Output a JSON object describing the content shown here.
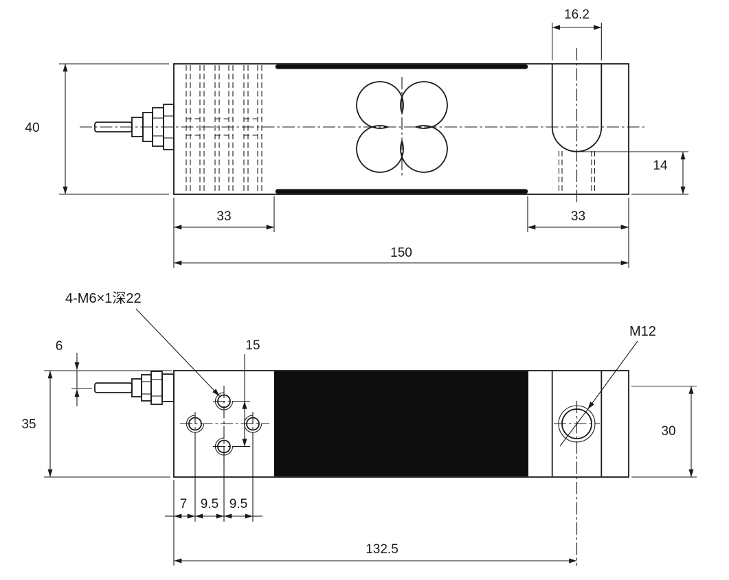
{
  "drawing": {
    "type": "engineering-dimension-drawing",
    "subject": "single point load cell outline drawing",
    "colors": {
      "ink": "#1a1a1a",
      "solid_fill": "#0e0e0e",
      "background": "#ffffff"
    },
    "side_view": {
      "dims": {
        "slot_width": "16.2",
        "body_height": "40",
        "slot_bottom_offset": "14",
        "left_mount_zone": "33",
        "right_mount_zone": "33",
        "overall_length": "150"
      }
    },
    "plan_view": {
      "labels": {
        "mount_holes": "4-M6×1深22",
        "load_thread": "M12"
      },
      "dims": {
        "cable_offset": "6",
        "hole_row_span": "15",
        "body_width": "35",
        "load_end_span": "30",
        "hole_pitch_1": "7",
        "hole_pitch_2": "9.5",
        "hole_pitch_3": "9.5",
        "load_hole_position": "132.5"
      }
    }
  }
}
